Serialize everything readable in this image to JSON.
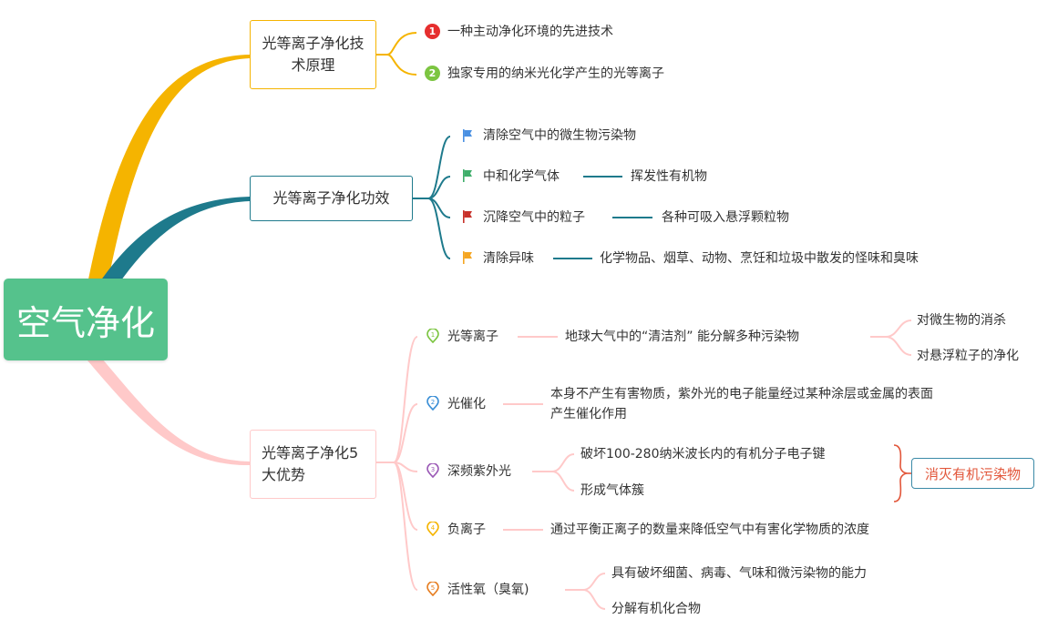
{
  "root": {
    "label": "空气净化"
  },
  "principle": {
    "title": "光等离子净化技术原理",
    "items": [
      {
        "badge": "1",
        "text": "一种主动净化环境的先进技术"
      },
      {
        "badge": "2",
        "text": "独家专用的纳米光化学产生的光等离子"
      }
    ]
  },
  "effects": {
    "title": "光等离子净化功效",
    "items": [
      {
        "text": "清除空气中的微生物污染物",
        "flag": "blue"
      },
      {
        "text": "中和化学气体",
        "flag": "green",
        "detail": "挥发性有机物"
      },
      {
        "text": "沉降空气中的粒子",
        "flag": "red",
        "detail": "各种可吸入悬浮颗粒物"
      },
      {
        "text": "清除异味",
        "flag": "orange",
        "detail": "化学物品、烟草、动物、烹饪和垃圾中散发的怪味和臭味"
      }
    ]
  },
  "advantages": {
    "title": "光等离子净化5大优势",
    "items": [
      {
        "text": "光等离子",
        "detail": "地球大气中的“清洁剂” 能分解多种污染物",
        "sub": [
          "对微生物的消杀",
          "对悬浮粒子的净化"
        ]
      },
      {
        "text": "光催化",
        "detail": "本身不产生有害物质，紫外光的电子能量经过某种涂层或金属的表面产生催化作用"
      },
      {
        "text": "深频紫外光",
        "sub": [
          "破坏100-280纳米波长内的有机分子电子键",
          "形成气体簇"
        ],
        "summary": "消灭有机污染物"
      },
      {
        "text": "负离子",
        "detail": "通过平衡正离子的数量来降低空气中有害化学物质的浓度"
      },
      {
        "text": "活性氧（臭氧)",
        "sub": [
          "具有破坏细菌、病毒、气味和微污染物的能力",
          "分解有机化合物"
        ]
      }
    ]
  },
  "colors": {
    "root": "#55c28c",
    "branch_principle": "#f5b400",
    "branch_effects": "#1e7a8c",
    "branch_advantages": "#ffc9c9"
  }
}
